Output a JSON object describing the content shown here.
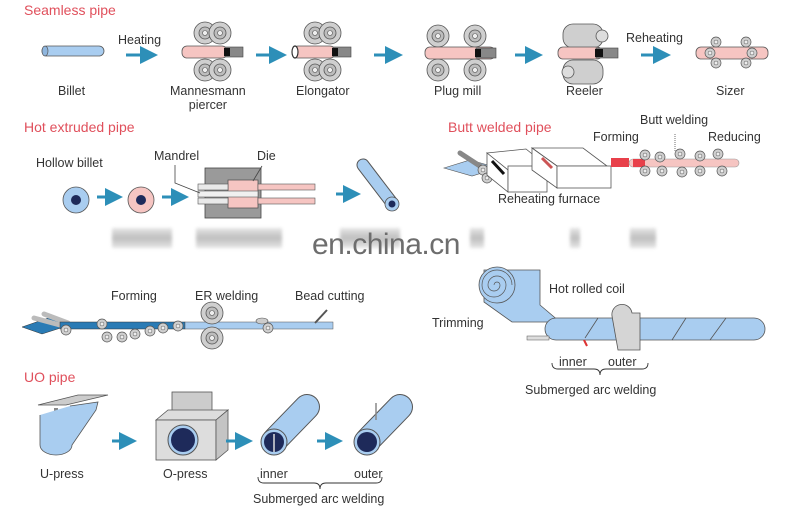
{
  "sections": {
    "seamless": {
      "title": "Seamless pipe",
      "steps": [
        "Billet",
        "Mannesmann\npiercer",
        "Elongator",
        "Plug mill",
        "Reeler",
        "Sizer"
      ],
      "arrow_labels": {
        "heating": "Heating",
        "reheating": "Reheating"
      }
    },
    "hot_extruded": {
      "title": "Hot extruded pipe",
      "labels": {
        "hollow_billet": "Hollow billet",
        "mandrel": "Mandrel",
        "die": "Die"
      },
      "obscured_steps": [
        "HoDing",
        "Hot Extrusion",
        "Seam Pipe"
      ]
    },
    "butt_welded": {
      "title": "Butt welded pipe",
      "labels": {
        "forming": "Forming",
        "butt_welding": "Butt welding",
        "reducing": "Reducing",
        "furnace": "Reheating furnace"
      }
    },
    "erw": {
      "labels": {
        "forming": "Forming",
        "er_welding": "ER welding",
        "bead_cutting": "Bead cutting"
      }
    },
    "spiral": {
      "labels": {
        "coil": "Hot rolled coil",
        "trimming": "Trimming",
        "inner": "inner",
        "outer": "outer",
        "saw": "Submerged arc welding"
      }
    },
    "uo": {
      "title": "UO pipe",
      "steps": [
        "U-press",
        "O-press",
        "inner",
        "outer"
      ],
      "saw": "Submerged arc welding"
    }
  },
  "watermark": "en.china.cn",
  "colors": {
    "title_red": "#e0505c",
    "pipe_blue": "#a9cdf0",
    "pipe_pink": "#f6c5c2",
    "arrow_teal": "#2d8fb8",
    "roller_gray": "#c6c6c6",
    "dark_blue": "#1e2a5a",
    "hot_red": "#e8404a"
  }
}
